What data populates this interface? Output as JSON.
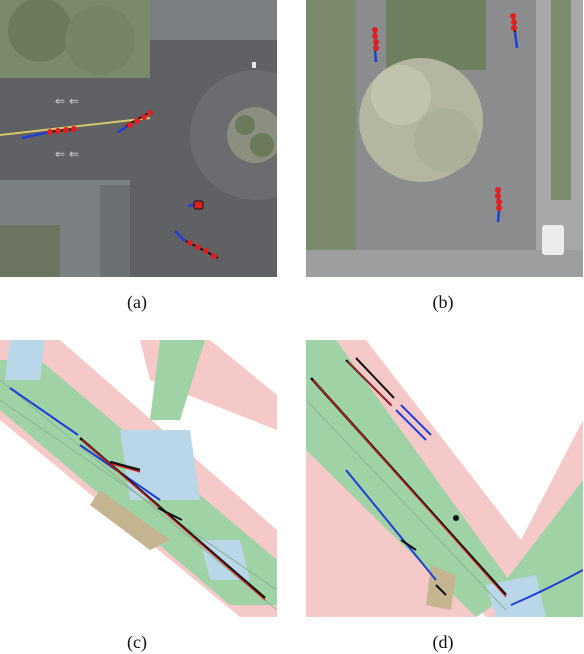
{
  "figure": {
    "panels": [
      {
        "id": "a",
        "caption": "(a)",
        "kind": "aerial-image-with-trajectories"
      },
      {
        "id": "b",
        "caption": "(b)",
        "kind": "aerial-image-with-trajectories"
      },
      {
        "id": "c",
        "caption": "(c)",
        "kind": "map-with-trajectories"
      },
      {
        "id": "d",
        "caption": "(d)",
        "kind": "map-with-trajectories"
      }
    ]
  },
  "colors": {
    "history": "#1f3fd6",
    "prediction": "#e02020",
    "ground_truth": "#111111",
    "sidewalk": "#f6c9c9",
    "lane": "#9fd3a5",
    "crosswalk": "#b9d7e8",
    "road_gray": "#5e6063"
  }
}
